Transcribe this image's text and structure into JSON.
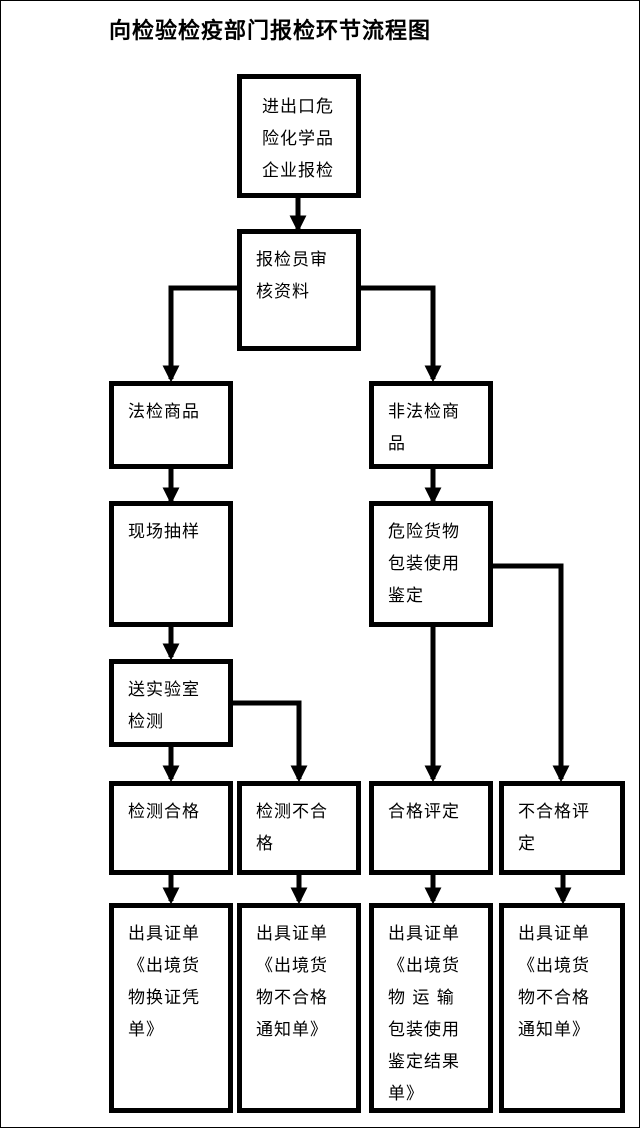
{
  "title": "向检验检疫部门报检环节流程图",
  "nodes": {
    "start": "进出口危\n险化学品\n企业报检",
    "review": "报检员审\n核资料",
    "legal": "法检商品",
    "non_legal": "非法检商\n品",
    "sampling": "现场抽样",
    "packaging": "危险货物\n包装使用\n鉴定",
    "lab": "送实验室\n检测",
    "test_pass": "检测合格",
    "test_fail": "检测不合\n格",
    "eval_pass": "合格评定",
    "eval_fail": "不合格评\n定",
    "cert_exchange": "出具证单\n《出境货\n物换证凭\n单》",
    "notice_fail_1": "出具证单\n《出境货\n物不合格\n通知单》",
    "cert_transport": "出具证单\n《出境货\n物 运 输\n包装使用\n鉴定结果\n单》",
    "notice_fail_2": "出具证单\n《出境货\n物不合格\n通知单》"
  }
}
